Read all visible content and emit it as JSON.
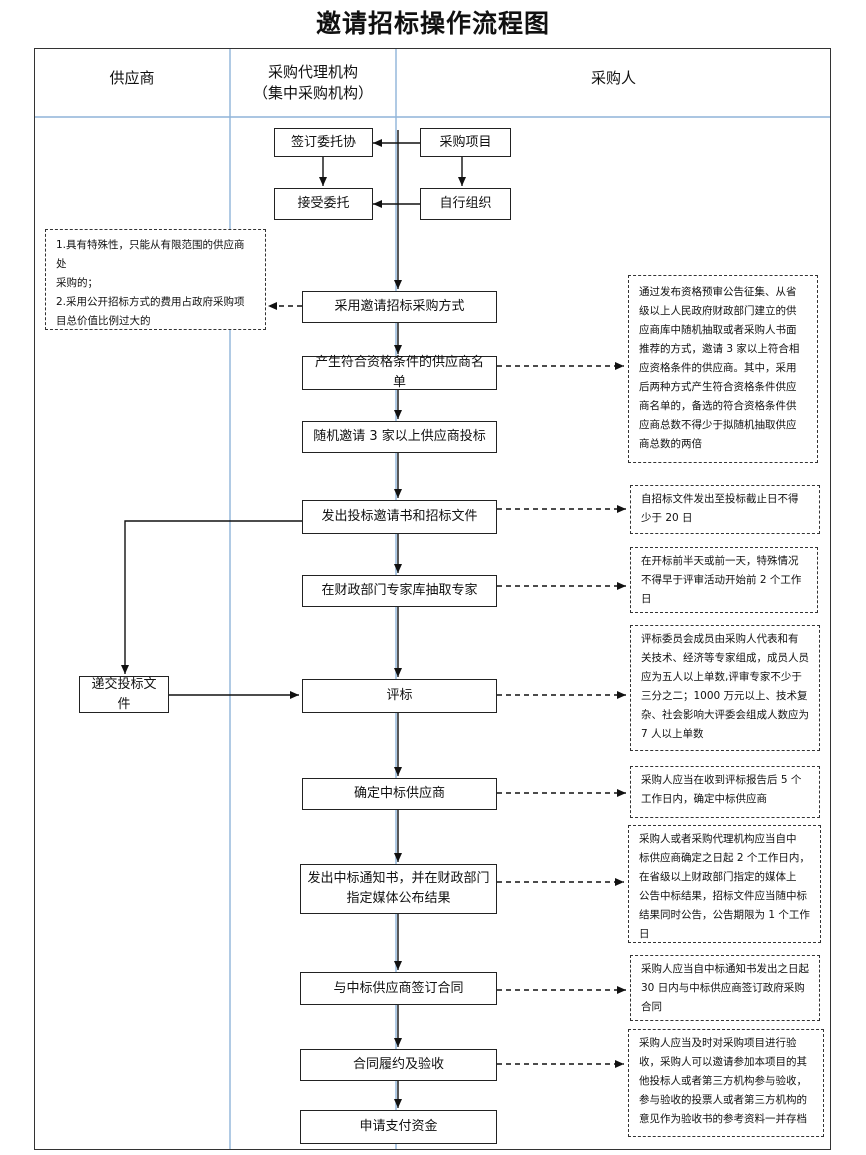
{
  "title": "邀请招标操作流程图",
  "columns": {
    "supplier": "供应商",
    "agency_line1": "采购代理机构",
    "agency_line2": "（集中采购机构）",
    "purchaser": "采购人"
  },
  "steps": {
    "sign_entrust": "签订委托协",
    "project": "采购项目",
    "accept": "接受委托",
    "self_org": "自行组织",
    "adopt_method": "采用邀请招标采购方式",
    "generate_list": "产生符合资格条件的供应商名单",
    "random_invite": "随机邀请 3 家以上供应商投标",
    "issue_invite": "发出投标邀请书和招标文件",
    "extract_experts": "在财政部门专家库抽取专家",
    "submit_bid": "递交投标文件",
    "evaluate": "评标",
    "determine_winner": "确定中标供应商",
    "notice_line1": "发出中标通知书，并在财政部门",
    "notice_line2": "指定媒体公布结果",
    "sign_contract": "与中标供应商签订合同",
    "perform_accept": "合同履约及验收",
    "apply_payment": "申请支付资金"
  },
  "notes": {
    "conditions": [
      "1.具有特殊性，只能从有限范围的供应商处",
      "采购的；",
      "2.采用公开招标方式的费用占政府采购项",
      "目总价值比例过大的"
    ],
    "qualification": [
      "通过发布资格预审公告征集、从省",
      "级以上人民政府财政部门建立的供",
      "应商库中随机抽取或者采购人书面",
      "推荐的方式，邀请 3 家以上符合相",
      "应资格条件的供应商。其中，采用",
      "后两种方式产生符合资格条件供应",
      "商名单的，备选的符合资格条件供",
      "应商总数不得少于拟随机抽取供应",
      "商总数的两倍"
    ],
    "deadline": [
      "自招标文件发出至投标截止日不得",
      "少于 20 日"
    ],
    "expert_time": [
      "在开标前半天或前一天，特殊情况",
      "不得早于评审活动开始前 2 个工作",
      "日"
    ],
    "committee": [
      "评标委员会成员由采购人代表和有",
      "关技术、经济等专家组成，成员人员",
      "应为五人以上单数,评审专家不少于",
      "三分之二；1000 万元以上、技术复",
      "杂、社会影响大评委会组成人数应为",
      "7 人以上单数"
    ],
    "determine": [
      "采购人应当在收到评标报告后 5 个",
      "工作日内，确定中标供应商"
    ],
    "notify": [
      "采购人或者采购代理机构应当自中",
      "标供应商确定之日起 2 个工作日内，",
      "在省级以上财政部门指定的媒体上",
      "公告中标结果，招标文件应当随中标",
      "结果同时公告，公告期限为 1 个工作",
      "日"
    ],
    "contract": [
      "采购人应当自中标通知书发出之日起",
      "30 日内与中标供应商签订政府采购",
      "合同"
    ],
    "acceptance": [
      "采购人应当及时对采购项目进行验",
      "收，采购人可以邀请参加本项目的其",
      "他投标人或者第三方机构参与验收，",
      "参与验收的投票人或者第三方机构的",
      "意见作为验收书的参考资料一并存档"
    ]
  }
}
